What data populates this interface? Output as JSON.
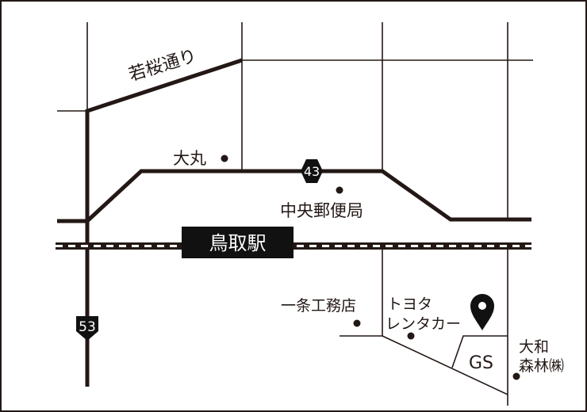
{
  "map": {
    "roads": {
      "wakazakura": {
        "label": "若桜通り"
      },
      "route43": {
        "number": "43"
      },
      "route53": {
        "number": "53"
      }
    },
    "station": {
      "label": "鳥取駅"
    },
    "places": {
      "daimaru": {
        "label": "大丸"
      },
      "central_post_office": {
        "label": "中央郵便局"
      },
      "ichijo_koumuten": {
        "label": "一条工務店"
      },
      "toyota_rental": {
        "line1": "トヨタ",
        "line2": "レンタカー"
      },
      "gas_station": {
        "label": "GS"
      },
      "daiwa_shinrin": {
        "line1": "大和",
        "line2": "森林㈱"
      }
    },
    "colors": {
      "road": "#231815",
      "background": "#ffffff",
      "station_box": "#111111",
      "station_text": "#ffffff",
      "marker": "#111111"
    },
    "icons": {
      "destination": "map-pin-icon",
      "route_shield": "hexagon-shield-icon",
      "landmark": "dot-icon"
    }
  }
}
